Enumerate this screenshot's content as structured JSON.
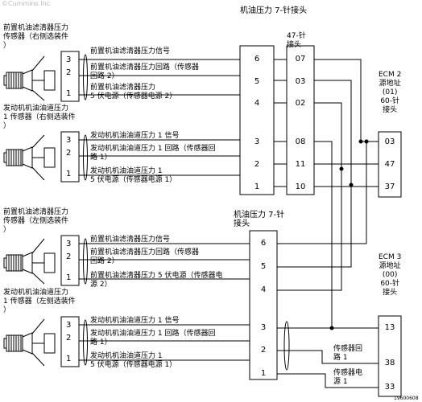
{
  "watermark": "©Cummins Inc",
  "figure_code": "19600608",
  "connectors": {
    "oil7_top_title": "机油压力 7-针接头",
    "c47_title": "47-针\n接头",
    "oil7_bottom_title": "机油压力 7-针\n接头",
    "ecm2_title": "ECM 2\n源地址\n(01)\n60-针\n接头",
    "ecm3_title": "ECM 3\n源地址\n(00)\n60-针\n接头"
  },
  "sensors": {
    "s1_label": "前置机油滤清器压力\n传感器（右侧选装件\n）",
    "s2_label": "发动机机油油道压力\n1 传感器（右侧选装件\n）",
    "s3_label": "前置机油滤清器压力\n传感器（左侧选装件\n）",
    "s4_label": "发动机机油油道压力\n1 传感器（左侧选装件\n）"
  },
  "sensor_pins": [
    "3",
    "2",
    "1"
  ],
  "wires": {
    "g1": [
      "前置机油滤清器压力信号",
      "前置机油滤清器压力回路（传感器\n回路 2）",
      "前置机油滤清器压力\n5 伏电源（传感器电源 2）"
    ],
    "g2": [
      "发动机机油油道压力 1 信号",
      "发动机机油油道压力 1 回路（传感器回\n路 1）",
      "发动机机油油道压力 1\n5 伏电源（传感器电源 1）"
    ],
    "g3": [
      "前置机油滤清器压力信号",
      "前置机油滤清器压力回路（传感器\n回路 2）",
      "前置机油滤清器压力 5 伏电源（传感器电\n源 2）"
    ],
    "g4": [
      "发动机机油油道压力 1 信号",
      "发动机机油油道压力 1 回路（传感器回\n路 1）",
      "发动机机油油道压力 1\n5 伏电源（传感器电源 1）"
    ]
  },
  "oil7_top_pins": [
    "6",
    "5",
    "4",
    "3",
    "2",
    "1"
  ],
  "c47_pins": [
    "07",
    "03",
    "02",
    "08",
    "11",
    "10"
  ],
  "ecm2_pins": [
    "03",
    "47",
    "37"
  ],
  "oil7_bottom_pins": [
    "6",
    "5",
    "4",
    "3",
    "2",
    "1"
  ],
  "ecm3_pins": [
    "13",
    "38",
    "33"
  ],
  "ecm3_notes": [
    "传感器回\n路 1",
    "传感器电\n源 1"
  ]
}
